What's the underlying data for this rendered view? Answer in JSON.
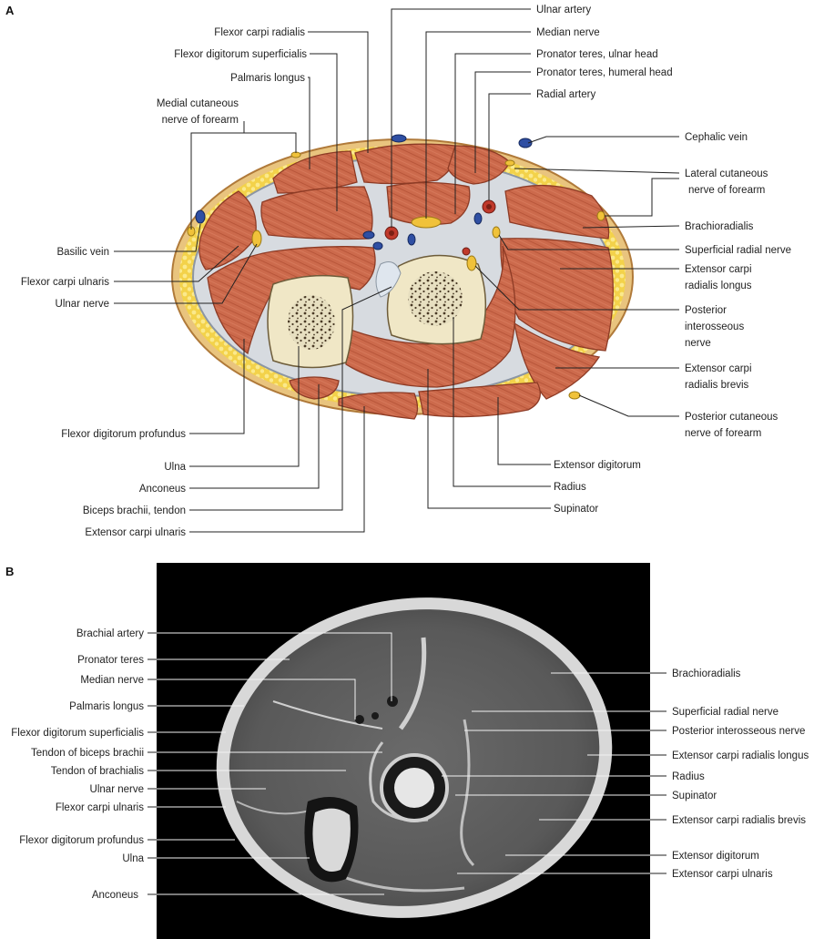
{
  "panel_a": {
    "letter": "A",
    "labels_top": {
      "flexor_carpi_radialis": "Flexor carpi radialis",
      "flexor_digitorum_superficialis": "Flexor digitorum superficialis",
      "palmaris_longus": "Palmaris longus",
      "medial_cutaneous_1": "Medial cutaneous",
      "medial_cutaneous_2": "nerve of forearm",
      "ulnar_artery": "Ulnar artery",
      "median_nerve": "Median nerve",
      "pronator_ulnar_head": "Pronator teres, ulnar head",
      "pronator_humeral_head": "Pronator teres, humeral head",
      "radial_artery": "Radial artery"
    },
    "labels_left": {
      "basilic_vein": "Basilic vein",
      "flexor_carpi_ulnaris": "Flexor carpi ulnaris",
      "ulnar_nerve": "Ulnar nerve",
      "flexor_digitorum_profundus": "Flexor digitorum profundus",
      "ulna": "Ulna",
      "anconeus": "Anconeus",
      "biceps_tendon": "Biceps brachii, tendon",
      "extensor_carpi_ulnaris": "Extensor carpi ulnaris"
    },
    "labels_right": {
      "cephalic_vein": "Cephalic vein",
      "lateral_cutaneous_1": "Lateral cutaneous",
      "lateral_cutaneous_2": "nerve of forearm",
      "brachioradialis": "Brachioradialis",
      "superficial_radial_nerve": "Superficial radial nerve",
      "ecrl_1": "Extensor carpi",
      "ecrl_2": "radialis longus",
      "pin_1": "Posterior",
      "pin_2": "interosseous",
      "pin_3": "nerve",
      "ecrb_1": "Extensor carpi",
      "ecrb_2": "radialis brevis",
      "post_cut_1": "Posterior cutaneous",
      "post_cut_2": "nerve of forearm",
      "extensor_digitorum": "Extensor digitorum",
      "radius": "Radius",
      "supinator": "Supinator"
    }
  },
  "panel_b": {
    "letter": "B",
    "labels_left": [
      "Brachial artery",
      "Pronator teres",
      "Median nerve",
      "Palmaris longus",
      "Flexor digitorum superficialis",
      "Tendon of biceps brachii",
      "Tendon of brachialis",
      "Ulnar nerve",
      "Flexor carpi ulnaris",
      "Flexor digitorum profundus",
      "Ulna",
      "Anconeus"
    ],
    "labels_right": [
      "Brachioradialis",
      "Superficial radial nerve",
      "Posterior interosseous nerve",
      "Extensor carpi radialis longus",
      "Radius",
      "Supinator",
      "Extensor carpi radialis brevis",
      "Extensor digitorum",
      "Extensor carpi ulnaris"
    ]
  }
}
